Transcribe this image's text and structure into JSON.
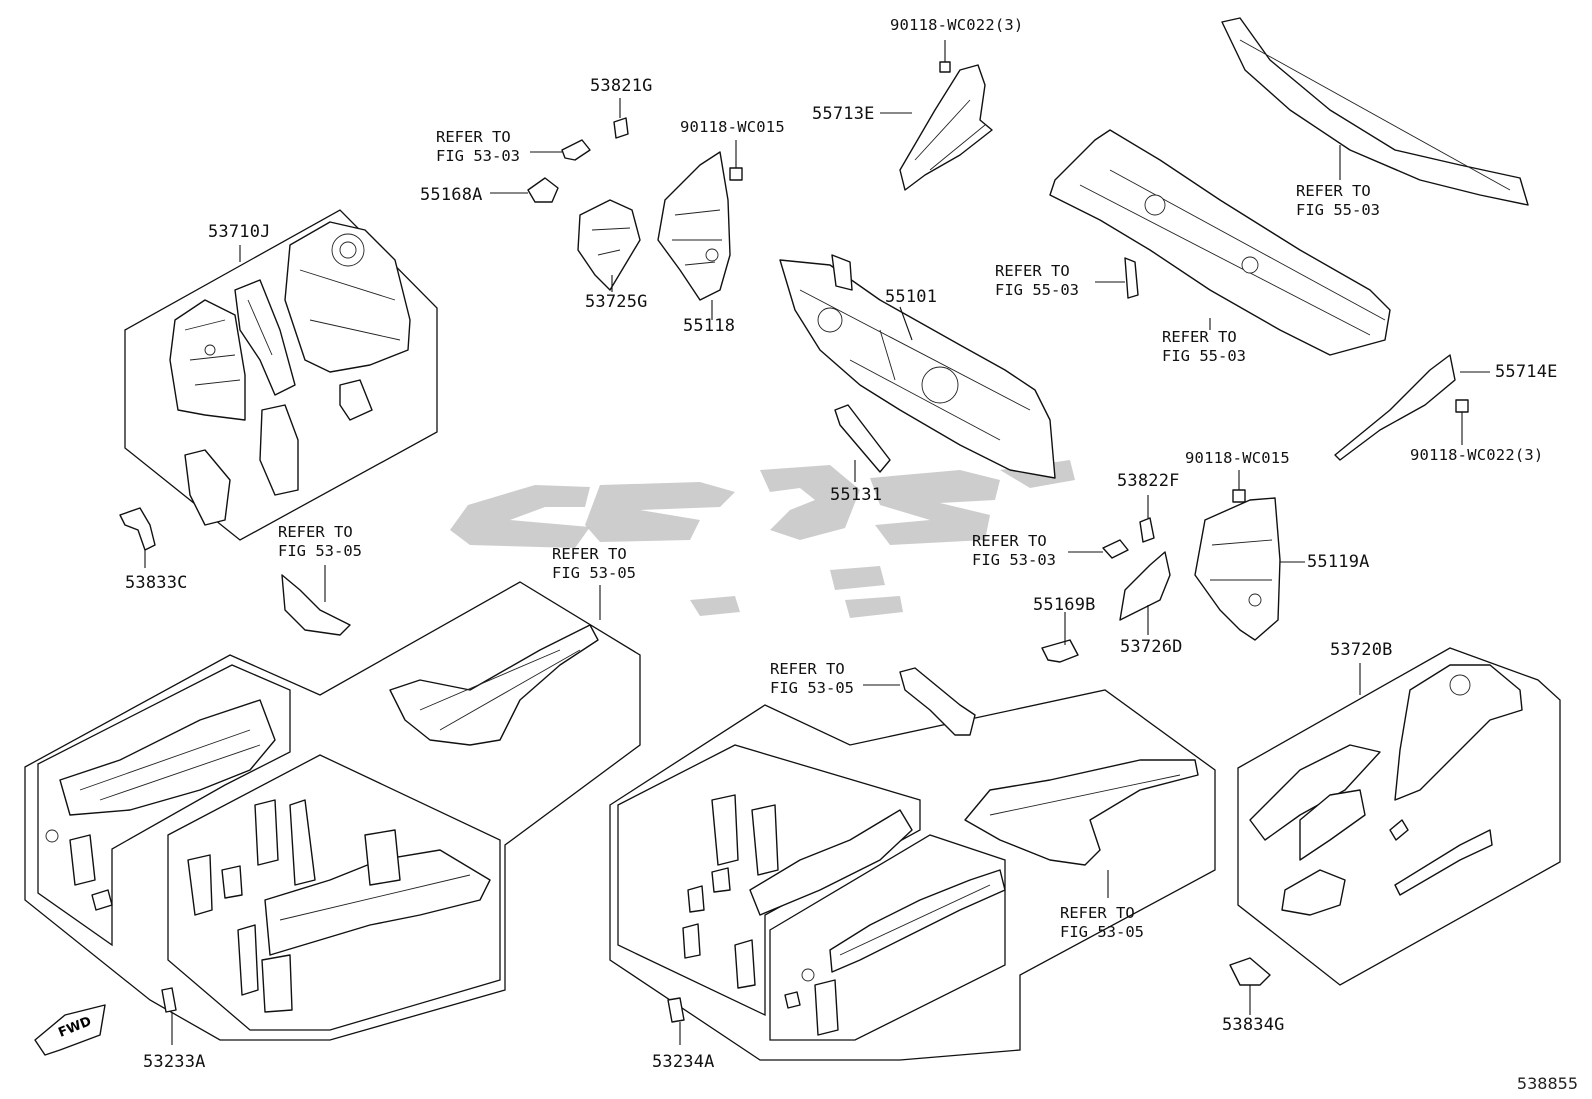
{
  "labels": {
    "p53710J": "53710J",
    "p53833C": "53833C",
    "p53821G": "53821G",
    "p55168A": "55168A",
    "p53725G": "53725G",
    "p90118_wc015_top": "90118-WC015",
    "p55118": "55118",
    "p90118_wc022_top": "90118-WC022(3)",
    "p55713E": "55713E",
    "p55101": "55101",
    "p55131": "55131",
    "p55714E": "55714E",
    "p90118_wc022_right": "90118-WC022(3)",
    "p90118_wc015_right": "90118-WC015",
    "p53822F": "53822F",
    "p55119A": "55119A",
    "p55169B": "55169B",
    "p53726D": "53726D",
    "p53720B": "53720B",
    "p53834G": "53834G",
    "p53233A": "53233A",
    "p53234A": "53234A"
  },
  "refers": {
    "r1": "REFER TO\nFIG 53-03",
    "r2": "REFER TO\nFIG 53-05",
    "r3": "REFER TO\nFIG 53-05",
    "r4": "REFER TO\nFIG 55-03",
    "r5": "REFER TO\nFIG 55-03",
    "r6": "REFER TO\nFIG 55-03",
    "r7": "REFER TO\nFIG 53-03",
    "r8": "REFER TO\nFIG 53-05",
    "r9": "REFER TO\nFIG 53-05"
  },
  "fwd_marker": "FWD",
  "document_number": "538855",
  "colors": {
    "line": "#111111",
    "watermark": "#c4c4c4",
    "background": "#ffffff"
  }
}
